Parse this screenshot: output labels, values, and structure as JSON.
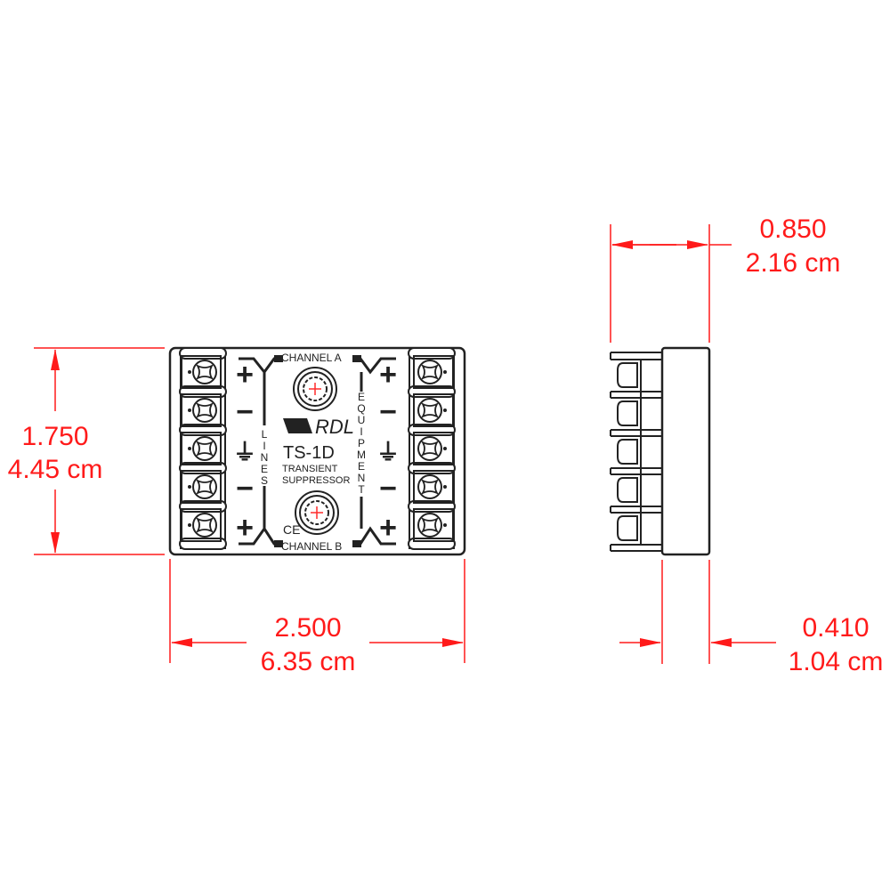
{
  "dimensions": {
    "height": {
      "inches": "1.750",
      "cm": "4.45 cm"
    },
    "width": {
      "inches": "2.500",
      "cm": "6.35 cm"
    },
    "depth_total": {
      "inches": "0.850",
      "cm": "2.16 cm"
    },
    "depth_body": {
      "inches": "0.410",
      "cm": "1.04 cm"
    }
  },
  "device": {
    "brand": "RDL",
    "model": "TS-1D",
    "description_line1": "TRANSIENT",
    "description_line2": "SUPPRESSOR",
    "channel_top": "CHANNEL  A",
    "channel_bottom": "CHANNEL  B",
    "left_side_label": [
      "L",
      "I",
      "N",
      "E",
      "S"
    ],
    "right_side_label": [
      "E",
      "Q",
      "U",
      "I",
      "P",
      "M",
      "E",
      "N",
      "T"
    ],
    "terminal_symbols": [
      "+",
      "−",
      "⏚",
      "−",
      "+"
    ],
    "certification": "CE"
  },
  "colors": {
    "dimension": "#ff1a1a",
    "outline": "#222222"
  }
}
